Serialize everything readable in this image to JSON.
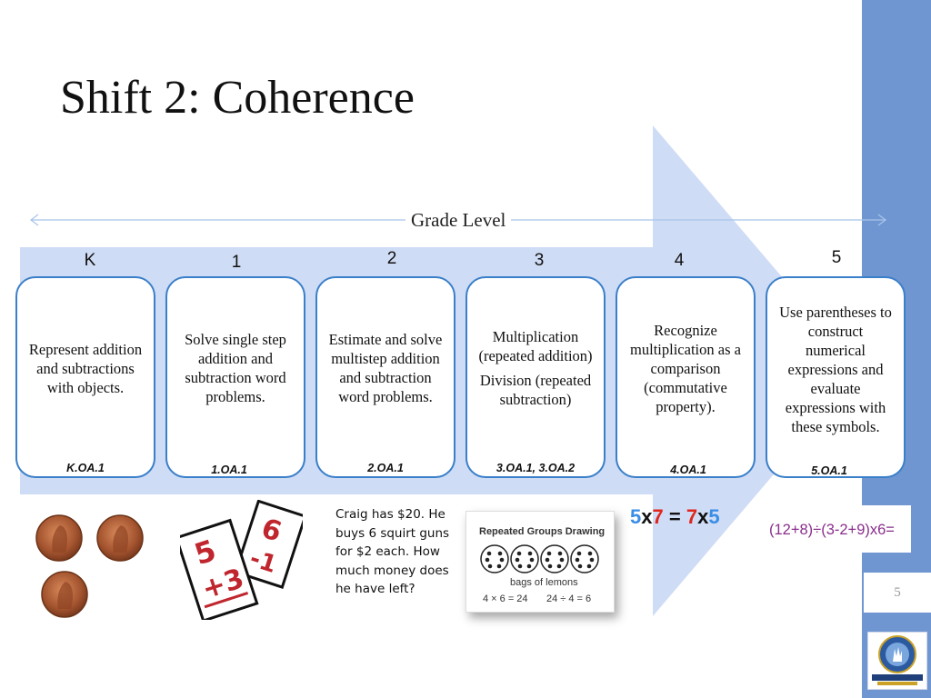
{
  "title": "Shift 2: Coherence",
  "axis_label": "Grade Level",
  "grades": [
    "K",
    "1",
    "2",
    "3",
    "4",
    "5"
  ],
  "cards": [
    {
      "text": "Represent addition and subtractions with objects.",
      "standard": "K.OA.1"
    },
    {
      "text": "Solve single step addition and subtraction word problems.",
      "standard": "1.OA.1"
    },
    {
      "text": "Estimate and solve multistep addition and subtraction word problems.",
      "standard": "2.OA.1"
    },
    {
      "text": "Multiplication (repeated addition)",
      "text2": "Division (repeated subtraction)",
      "standard": "3.OA.1, 3.OA.2"
    },
    {
      "text": "Recognize multiplication as a comparison (commutative property).",
      "standard": "4.OA.1"
    },
    {
      "text": "Use parentheses to construct numerical expressions and evaluate expressions with these symbols.",
      "standard": "5.OA.1"
    }
  ],
  "word_problem": "Craig has $20. He buys 6 squirt guns for $2 each. How much money does he have left?",
  "repeated_groups": {
    "title": "Repeated Groups Drawing",
    "caption": "bags of lemons",
    "eq1": "4 × 6 = 24",
    "eq2": "24 ÷ 4 = 6"
  },
  "commutative": {
    "a": "5",
    "x1": "x",
    "b": "7",
    "eq": " = ",
    "c": "7",
    "x2": "x",
    "d": "5"
  },
  "expression": "(12+8)÷(3-2+9)x6=",
  "page_number": "5",
  "colors": {
    "arrow": "#cfdcf5",
    "band": "#7096d1",
    "card_border": "#3a7fc9",
    "comm_blue": "#3a8ee6",
    "comm_red": "#e0261c",
    "expr": "#8a2f8c"
  }
}
